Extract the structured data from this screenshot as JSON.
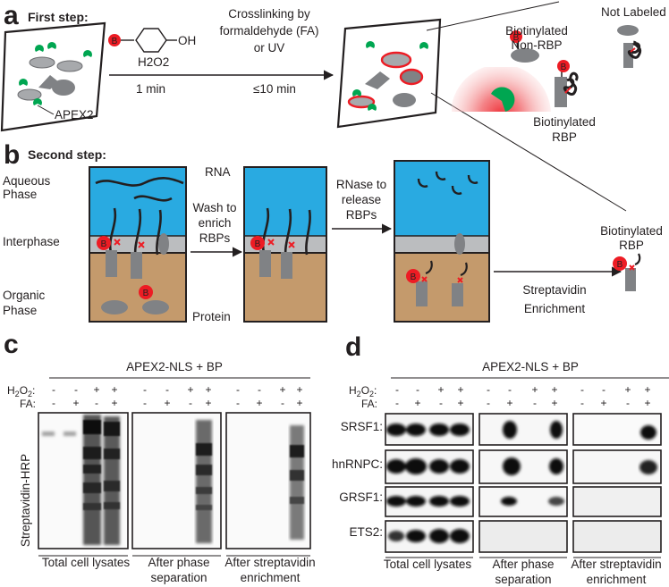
{
  "panel_a": {
    "letter": "a",
    "step_title": "First step:",
    "reagent_label": "H2O2",
    "time1": "1 min",
    "crosslink_lines": [
      "Crosslinking by",
      "formaldehyde (FA)",
      "or UV"
    ],
    "time2": "≤10 min",
    "enzyme_label": "APEX2",
    "biotin_symbol": "B",
    "not_labeled": "Not Labeled",
    "biotinylated_nonrbp": [
      "Biotinylated",
      "Non-RBP"
    ],
    "biotinylated_rbp": [
      "Biotinylated",
      "RBP"
    ]
  },
  "panel_b": {
    "letter": "b",
    "step_title": "Second step:",
    "aqueous": [
      "Aqueous",
      "Phase"
    ],
    "interphase": "Interphase",
    "organic": [
      "Organic",
      "Phase"
    ],
    "rna": "RNA",
    "protein": "Protein",
    "wash": [
      "Wash to",
      "enrich",
      "RBPs"
    ],
    "rnase": [
      "RNase to",
      "release",
      "RBPs"
    ],
    "strep": [
      "Streptavidin",
      "Enrichment"
    ],
    "result": [
      "Biotinylated",
      "RBP"
    ],
    "colors": {
      "aqueous": "#29aae1",
      "interphase": "#bbbdbf",
      "organic": "#c49a6c",
      "protein": "#808285",
      "biotin": "#ed1c24"
    }
  },
  "panel_c": {
    "letter": "c",
    "header": "APEX2-NLS + BP",
    "h2o2_label": "H2O2:",
    "fa_label": "FA:",
    "h2o2": [
      "-",
      "-",
      "+",
      "+",
      "-",
      "-",
      "+",
      "+",
      "-",
      "-",
      "+",
      "+"
    ],
    "fa": [
      "-",
      "+",
      "-",
      "+",
      "-",
      "+",
      "-",
      "+",
      "-",
      "+",
      "-",
      "+"
    ],
    "ylabel": "Streptavidin-HRP",
    "groups": [
      [
        "Total cell lysates"
      ],
      [
        "After phase",
        "separation"
      ],
      [
        "After streptavidin",
        "enrichment"
      ]
    ]
  },
  "panel_d": {
    "letter": "d",
    "header": "APEX2-NLS + BP",
    "h2o2_label": "H2O2:",
    "fa_label": "FA:",
    "h2o2": [
      "-",
      "-",
      "+",
      "+",
      "-",
      "-",
      "+",
      "+",
      "-",
      "-",
      "+",
      "+"
    ],
    "fa": [
      "-",
      "+",
      "-",
      "+",
      "-",
      "+",
      "-",
      "+",
      "-",
      "+",
      "-",
      "+"
    ],
    "rows": [
      "SRSF1:",
      "hnRNPC:",
      "GRSF1:",
      "ETS2:"
    ],
    "groups": [
      [
        "Total cell lysates"
      ],
      [
        "After phase",
        "separation"
      ],
      [
        "After streptavidin",
        "enrichment"
      ]
    ]
  }
}
